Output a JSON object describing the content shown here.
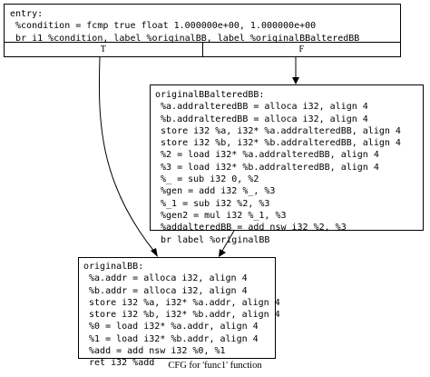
{
  "nodes": {
    "entry": {
      "lines": [
        "entry:",
        " %condition = fcmp true float 1.000000e+00, 1.000000e+00",
        " br i1 %condition, label %originalBB, label %originalBBalteredBB"
      ],
      "ports": [
        "T",
        "F"
      ]
    },
    "altered": {
      "lines": [
        "originalBBalteredBB:",
        " %a.addralteredBB = alloca i32, align 4",
        " %b.addralteredBB = alloca i32, align 4",
        " store i32 %a, i32* %a.addralteredBB, align 4",
        " store i32 %b, i32* %b.addralteredBB, align 4",
        " %2 = load i32* %a.addralteredBB, align 4",
        " %3 = load i32* %b.addralteredBB, align 4",
        " %_ = sub i32 0, %2",
        " %gen = add i32 %_, %3",
        " %_1 = sub i32 %2, %3",
        " %gen2 = mul i32 %_1, %3",
        " %addalteredBB = add nsw i32 %2, %3",
        " br label %originalBB"
      ]
    },
    "original": {
      "lines": [
        "originalBB:",
        " %a.addr = alloca i32, align 4",
        " %b.addr = alloca i32, align 4",
        " store i32 %a, i32* %a.addr, align 4",
        " store i32 %b, i32* %b.addr, align 4",
        " %0 = load i32* %a.addr, align 4",
        " %1 = load i32* %b.addr, align 4",
        " %add = add nsw i32 %0, %1",
        " ret i32 %add"
      ]
    }
  },
  "caption": "CFG for 'func1' function"
}
